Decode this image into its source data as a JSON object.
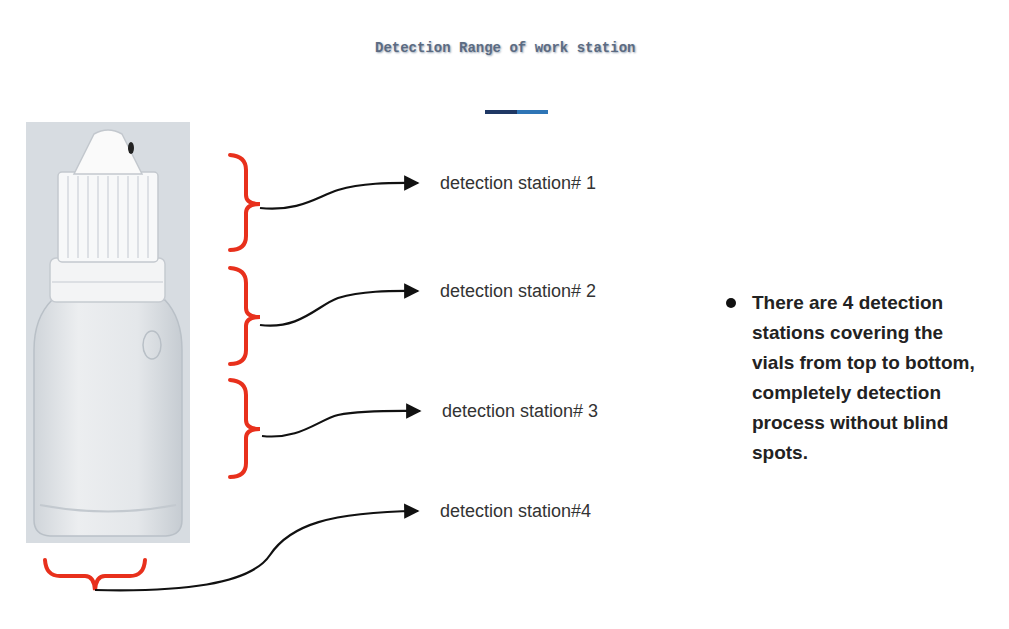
{
  "diagram": {
    "title": "Detection Range of work station",
    "labels": [
      "detection station# 1",
      "detection station# 2",
      "detection station# 3",
      "detection station#4",
      "There are 4 detection stations covering the vials from top to bottom, completely detection process without blind spots."
    ]
  }
}
